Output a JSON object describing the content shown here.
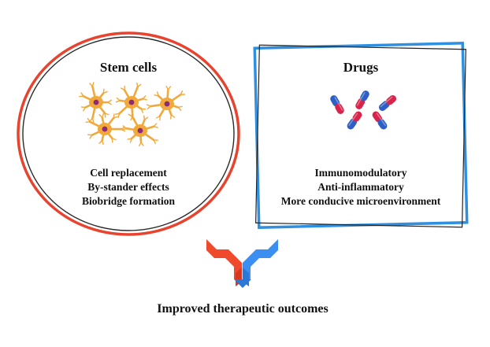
{
  "colors": {
    "stem_ring": "#e8432e",
    "stem_ring_inner": "#2a2a2a",
    "drug_frame": "#2f8fe0",
    "drug_frame_inner": "#222222",
    "cell_body": "#f2a93b",
    "cell_nucleus": "#8e2a7a",
    "pill_red": "#d8244b",
    "pill_blue": "#2d5fc6",
    "arrow_red": "#f04a2c",
    "arrow_blue": "#3b8ff0"
  },
  "stem_cells": {
    "title": "Stem cells",
    "icon": "neuron-cluster-icon",
    "items": [
      "Cell replacement",
      "By-stander effects",
      "Biobridge formation"
    ]
  },
  "drugs": {
    "title": "Drugs",
    "icon": "capsule-pills-icon",
    "items": [
      "Immunomodulatory",
      "Anti-inflammatory",
      "More conducive microenvironment"
    ]
  },
  "merge_arrow": {
    "icon": "merge-arrow-icon"
  },
  "outcome": {
    "label": "Improved therapeutic outcomes"
  }
}
